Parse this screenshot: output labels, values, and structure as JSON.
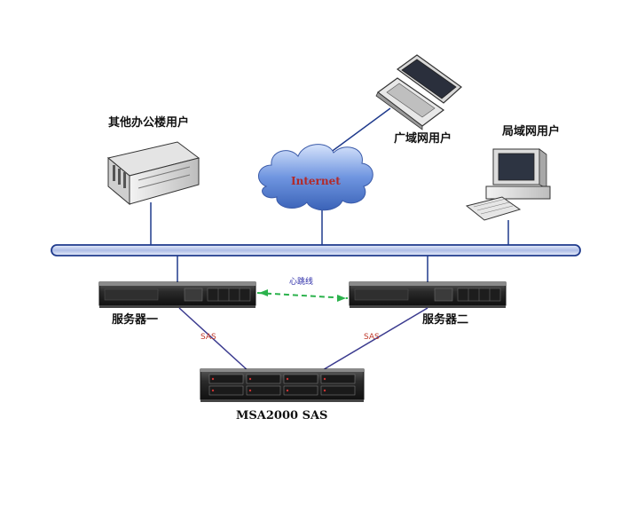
{
  "nodes": {
    "office_users": "其他办公楼用户",
    "internet": "Internet",
    "wan_users": "广域网用户",
    "lan_users": "局域网用户",
    "server1": "服务器一",
    "server2": "服务器二",
    "storage": "MSA2000 SAS"
  },
  "links": {
    "heartbeat": "心跳线",
    "sas_left": "SAS",
    "sas_right": "SAS"
  },
  "colors": {
    "bus": "#1f3a8c",
    "bus_fill": "#c9d4ef",
    "sas_line": "#3b3b8f",
    "heartbeat_line": "#2bb24c",
    "cloud": "#5f86d6"
  }
}
